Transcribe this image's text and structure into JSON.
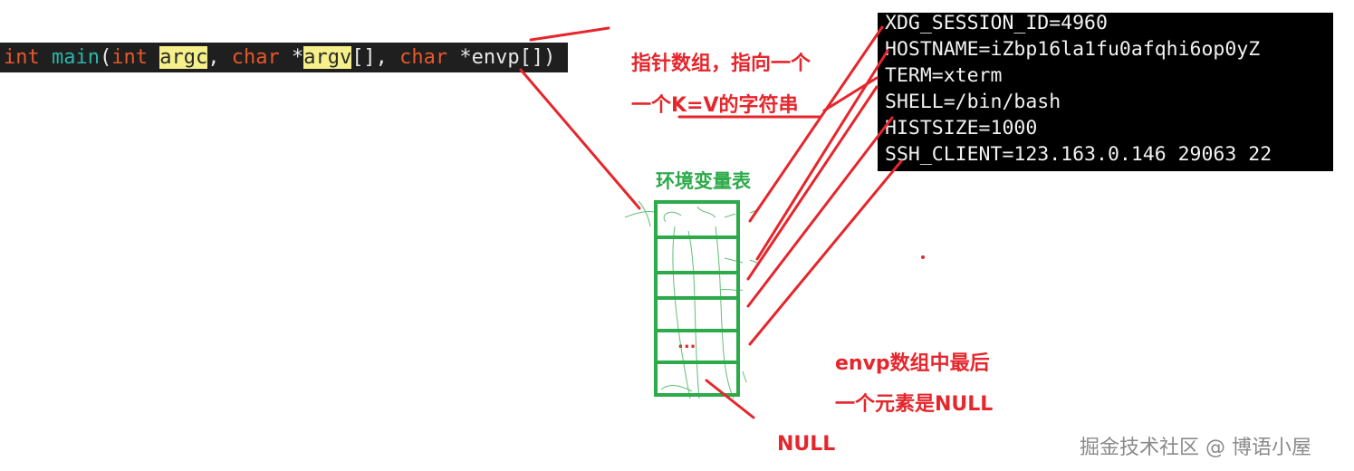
{
  "code": {
    "tokens": [
      {
        "text": "int",
        "kind": "kw"
      },
      {
        "text": " ",
        "kind": "plain"
      },
      {
        "text": "main",
        "kind": "fn"
      },
      {
        "text": "(",
        "kind": "plain"
      },
      {
        "text": "int",
        "kind": "kw"
      },
      {
        "text": " ",
        "kind": "plain"
      },
      {
        "text": "argc",
        "kind": "hl"
      },
      {
        "text": ", ",
        "kind": "plain"
      },
      {
        "text": "char",
        "kind": "kw"
      },
      {
        "text": " *",
        "kind": "plain"
      },
      {
        "text": "argv",
        "kind": "hl"
      },
      {
        "text": "[], ",
        "kind": "plain"
      },
      {
        "text": "char",
        "kind": "kw"
      },
      {
        "text": " *envp[])",
        "kind": "plain"
      }
    ]
  },
  "env_vars": [
    "XDG_SESSION_ID=4960",
    "HOSTNAME=iZbp16la1fu0afqhi6op0yZ",
    "TERM=xterm",
    "SHELL=/bin/bash",
    "HISTSIZE=1000",
    "SSH_CLIENT=123.163.0.146 29063 22"
  ],
  "annotations": {
    "pointer_array_line1": "指针数组，指向一个",
    "pointer_array_line2": "一个K=V的字符串",
    "env_table_title": "环境变量表",
    "ellipsis": "...",
    "last_element_line1": "envp数组中最后",
    "last_element_line2": "一个元素是NULL",
    "null_label": "NULL"
  },
  "watermark": "掘金技术社区 @ 博语小屋",
  "colors": {
    "annotation_red": "#e5262c",
    "table_green": "#2daa4a",
    "keyword": "#e8572a",
    "function": "#2bb5a8",
    "highlight": "#f6f08a"
  }
}
